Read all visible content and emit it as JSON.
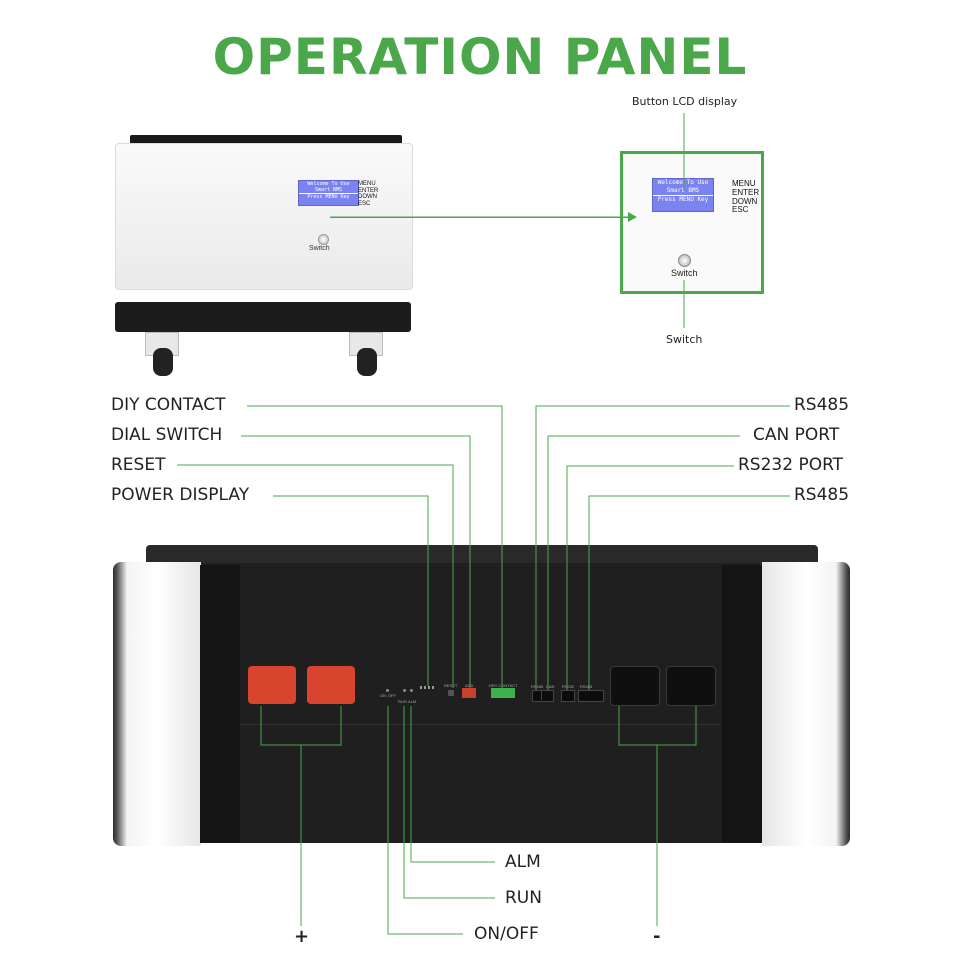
{
  "title": "OPERATION PANEL",
  "front_unit": {
    "lcd_line1": "Welcome To Use",
    "lcd_line2": "Smart BMS",
    "lcd_line3": "Press MENU Key",
    "keys": [
      "MENU",
      "ENTER",
      "DOWN",
      "ESC"
    ],
    "switch_label": "Switch"
  },
  "zoom_panel": {
    "lcd_line1": "Welcome To Use",
    "lcd_line2": "Smart BMS",
    "lcd_line3": "Press MENU Key",
    "keys": [
      "MENU",
      "ENTER",
      "DOWN",
      "ESC"
    ],
    "switch_label": "Switch"
  },
  "callouts": {
    "button_lcd_display": "Button LCD display",
    "switch": "Switch"
  },
  "rear_labels_left": [
    "DIY CONTACT",
    "DIAL SWITCH",
    "RESET",
    "POWER DISPLAY"
  ],
  "rear_labels_right": [
    "RS485",
    "CAN PORT",
    "RS232 PORT",
    "RS485"
  ],
  "rear_labels_bottom": [
    "ALM",
    "RUN",
    "ON/OFF"
  ],
  "terminals": {
    "positive": "+",
    "negative": "-"
  },
  "panel_silk": [
    "RUN",
    "ALM",
    "ON",
    "OFF",
    "RESET",
    "ADD",
    "DRY CONTACT",
    "RS485",
    "CAN",
    "RS232",
    "RS485"
  ],
  "colors": {
    "accent_green": "#4aa84a",
    "terminal_red": "#d9442e",
    "lcd_blue": "#7b83f0",
    "panel_dark": "#1f1f1f"
  }
}
